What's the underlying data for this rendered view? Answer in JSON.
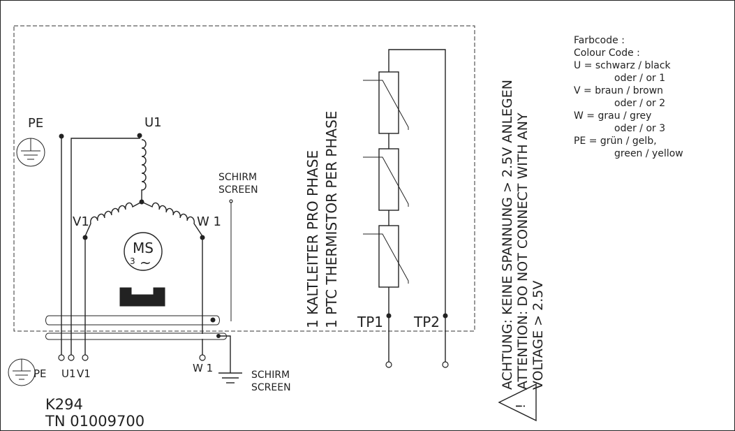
{
  "motor": {
    "pe_label": "PE",
    "u1_label": "U1",
    "v1_label": "V1",
    "w1_label": "W 1",
    "ms_label": "MS",
    "phase_label": "3",
    "ac_symbol": "~",
    "schirm_label": "SCHIRM",
    "screen_label": "SCREEN"
  },
  "connectors": {
    "pe": "PE",
    "u1": "U1",
    "v1": "V1",
    "w1": "W 1",
    "schirm": "SCHIRM",
    "screen": "SCREEN"
  },
  "thermistor": {
    "line1": "1 KALTLEITER PRO PHASE",
    "line2": "1 PTC THERMISTOR PER PHASE",
    "tp1": "TP1",
    "tp2": "TP2"
  },
  "warning": {
    "line1": "ACHTUNG: KEINE SPANNUNG > 2.5V ANLEGEN",
    "line2": "ATTENTION: DO NOT CONNECT WITH ANY",
    "line3": "VOLTAGE > 2.5V",
    "triangle_mark": "!"
  },
  "color_code": {
    "title_de": "Farbcode :",
    "title_en": "Colour Code :",
    "lines": [
      "U = schwarz / black",
      "oder / or 1",
      "V = braun / brown",
      "oder / or 2",
      "W = grau / grey",
      "oder / or 3",
      "PE = grün / gelb,",
      "green / yellow"
    ]
  },
  "part": {
    "model": "K294",
    "tn": "TN 01009700"
  }
}
